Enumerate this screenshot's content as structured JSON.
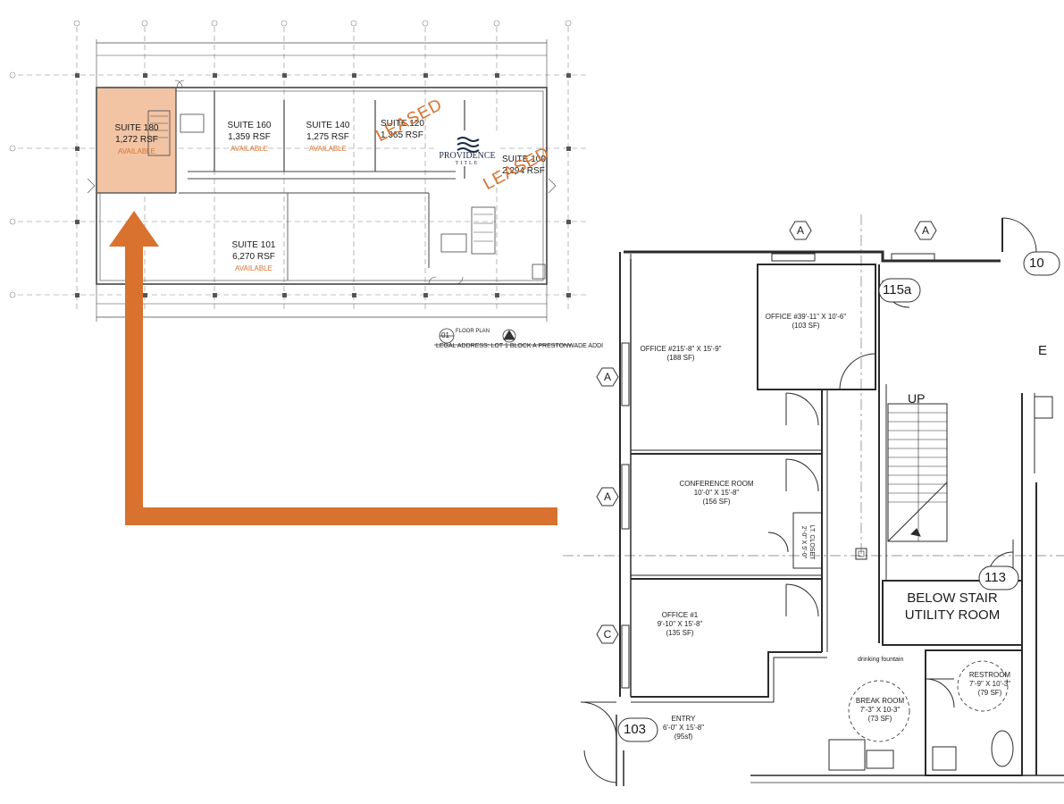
{
  "colors": {
    "suite_highlight": "#f2c4a4",
    "accent_orange": "#d8722e",
    "available_text": "#d8722e",
    "leased_text": "#d8722e",
    "line": "#3a3a3a"
  },
  "overview": {
    "suites": [
      {
        "id": "suite-180",
        "name": "SUITE 180",
        "rsf": "1,272 RSF",
        "status": "AVAILABLE"
      },
      {
        "id": "suite-160",
        "name": "SUITE 160",
        "rsf": "1,359 RSF",
        "status": "AVAILABLE"
      },
      {
        "id": "suite-140",
        "name": "SUITE 140",
        "rsf": "1,275 RSF",
        "status": "AVAILABLE"
      },
      {
        "id": "suite-120",
        "name": "SUITE 120",
        "rsf": "1,365 RSF",
        "status": "LEASED"
      },
      {
        "id": "suite-100",
        "name": "SUITE 100",
        "rsf": "2,294 RSF",
        "status": "LEASED"
      },
      {
        "id": "suite-101",
        "name": "SUITE 101",
        "rsf": "6,270 RSF",
        "status": "AVAILABLE"
      }
    ],
    "tenant_logo": {
      "name": "PROVIDENCE",
      "sub": "TITLE"
    },
    "title_block": {
      "number": "01",
      "label": "FLOOR PLAN",
      "legal": "LEGAL ADDRESS: LOT 1 BLOCK A PRESTONWADE ADDI"
    }
  },
  "detail": {
    "grid_tags": [
      "A",
      "A",
      "A",
      "A",
      "C"
    ],
    "room_numbers": [
      "10",
      "115a",
      "113",
      "103"
    ],
    "stair_label": "UP",
    "edge_letter": "E",
    "rooms": [
      {
        "name": "OFFICE #3",
        "size": "9'-11\" X 10'-6\"",
        "area": "(103 SF)"
      },
      {
        "name": "OFFICE #2",
        "size": "15'-8\" X 15'-9\"",
        "area": "(188 SF)"
      },
      {
        "name": "CONFERENCE ROOM",
        "size": "10'-0\" X 15'-8\"",
        "area": "(156 SF)"
      },
      {
        "name": "LT. CLOSET",
        "size": "2'-0\" X 5'-0\""
      },
      {
        "name": "OFFICE #1",
        "size": "9'-10\" X 15'-8\"",
        "area": "(135 SF)"
      },
      {
        "name": "BELOW STAIR",
        "size": "UTILITY ROOM"
      },
      {
        "name": "drinking fountain"
      },
      {
        "name": "RESTROOM",
        "size": "7'-9\" X 10'-3\"",
        "area": "(79 SF)"
      },
      {
        "name": "BREAK ROOM",
        "size": "7'-3\" X 10-3\"",
        "area": "(73 SF)"
      },
      {
        "name": "ENTRY",
        "size": "6'-0\" X 15'-8\"",
        "area": "(95sf)"
      }
    ]
  }
}
